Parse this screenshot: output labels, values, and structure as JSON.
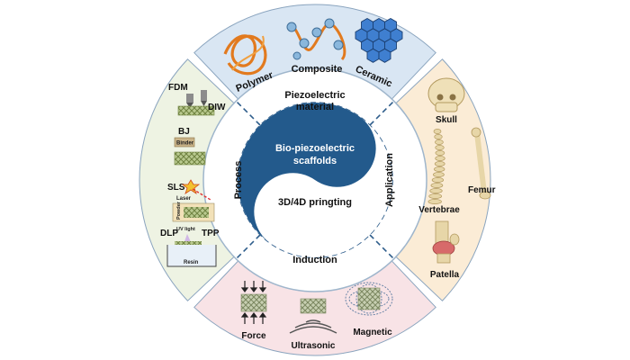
{
  "center": {
    "title_line1": "Bio-piezoelectric",
    "title_line2": "scaffolds",
    "bottom_label": "3D/4D pringting"
  },
  "inner_ring": {
    "top_line1": "Piezoelectric",
    "top_line2": "material",
    "left": "Process",
    "right": "Application",
    "bottom": "Induction"
  },
  "materials": {
    "polymer": "Polymer",
    "composite": "Composite",
    "ceramic": "Ceramic"
  },
  "processes": {
    "fdm": "FDM",
    "diw": "DIW",
    "bj": "BJ",
    "binder": "Binder",
    "sls": "SLS",
    "laser": "Laser",
    "powder": "Powder",
    "dlp": "DLP",
    "tpp": "TPP",
    "uv_light": "UV light",
    "resin": "Resin"
  },
  "applications": {
    "skull": "Skull",
    "femur": "Femur",
    "vertebrae": "Vertebrae",
    "patella": "Patella"
  },
  "induction": {
    "force": "Force",
    "ultrasonic": "Ultrasonic",
    "magnetic": "Magnetic"
  },
  "colors": {
    "top_sector": "#d9e6f3",
    "left_sector": "#eef3e3",
    "right_sector": "#fbecd6",
    "bottom_sector": "#f8e3e6",
    "yin_blue": "#235a8c",
    "ring_border": "#2f5e8c"
  }
}
